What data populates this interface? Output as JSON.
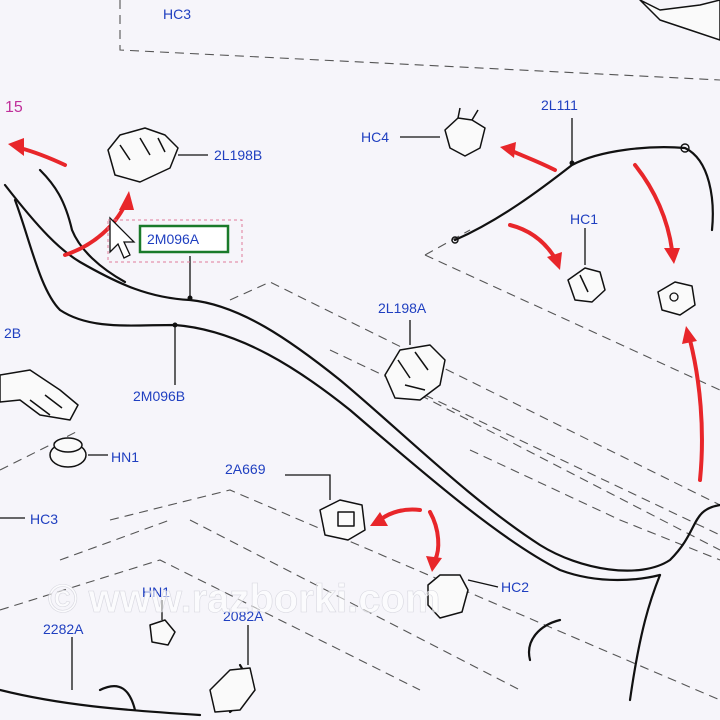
{
  "watermark": "© www.razborki.com",
  "callouts": {
    "hc3_top": "HC3",
    "edge_15": "15",
    "l198b": "2L198B",
    "m096a": "2M096A",
    "hc4": "HC4",
    "l111": "2L111",
    "hc1": "HC1",
    "l198a": "2L198A",
    "edge_2b": "2B",
    "m096b": "2M096B",
    "hn1_left": "HN1",
    "hc3_left": "HC3",
    "a669": "2A669",
    "hc2": "HC2",
    "hn1_bottom": "HN1",
    "a2282": "2282A",
    "a2082": "2082A"
  },
  "colors": {
    "label": "#1f3fc0",
    "highlight_box": "#1a7a2a",
    "arrow": "#e8262a",
    "edge_label": "#c0309a"
  }
}
